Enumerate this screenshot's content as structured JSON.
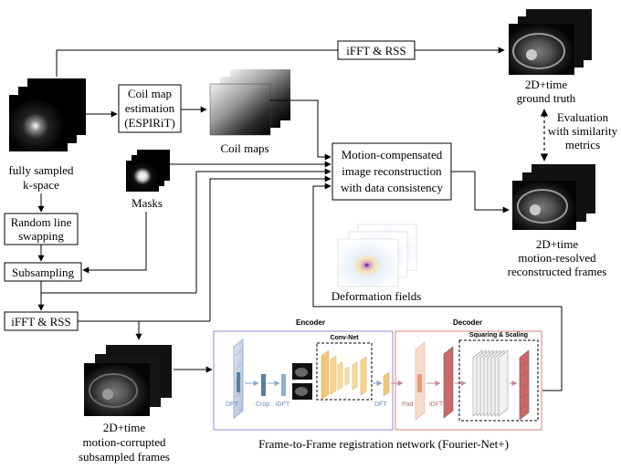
{
  "top": {
    "ifft_rss": "iFFT & RSS",
    "ground_truth": [
      "2D+time",
      "ground truth"
    ]
  },
  "left": {
    "kspace": [
      "fully sampled",
      "k-space"
    ],
    "random_swap": [
      "Random line",
      "swapping"
    ],
    "subsampling": "Subsampling",
    "ifft_rss": "iFFT & RSS",
    "corrupted": [
      "2D+time",
      "motion-corrupted",
      "subsampled frames"
    ]
  },
  "middle": {
    "coil_box": [
      "Coil map",
      "estimation",
      "(ESPIRiT)"
    ],
    "coil_maps": "Coil maps",
    "masks": "Masks",
    "mc_box": [
      "Motion-compensated",
      "image reconstruction",
      "with data consistency"
    ],
    "deformation": "Deformation fields"
  },
  "right": {
    "evaluation": [
      "Evaluation",
      "with similarity",
      "metrics"
    ],
    "reconstructed": [
      "2D+time",
      "motion-resolved",
      "reconstructed frames"
    ]
  },
  "network": {
    "encoder_title": "Encoder",
    "decoder_title": "Decoder",
    "convnet": "Conv-Net",
    "squaring": "Squaring & Scaling",
    "enc_labels": [
      "DFT",
      "Crop",
      "iDFT",
      "DFT"
    ],
    "dec_labels": [
      "Pad",
      "iDFT"
    ],
    "caption": "Frame-to-Frame registration network (Fourier-Net+)"
  }
}
